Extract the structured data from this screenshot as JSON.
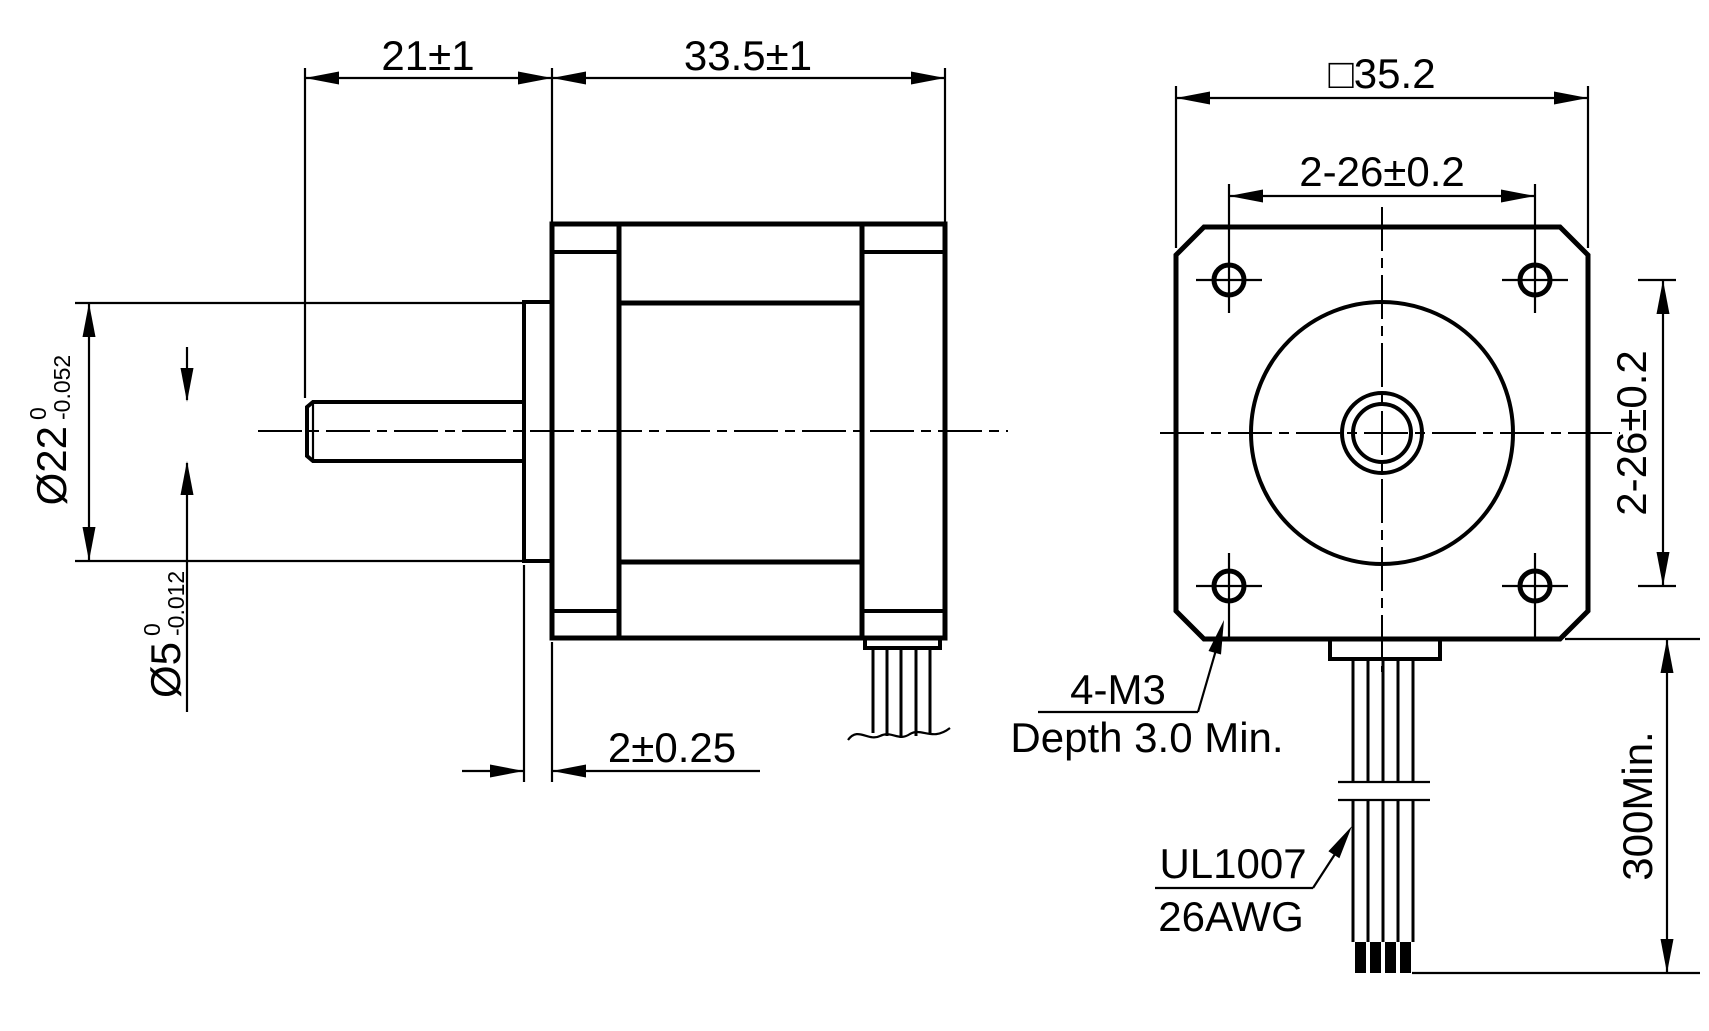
{
  "colors": {
    "background": "#ffffff",
    "line": "#000000"
  },
  "side_view": {
    "shaft_length": "21±1",
    "body_length": "33.5±1",
    "pilot_diameter": "Ø22",
    "pilot_tol_upper": "0",
    "pilot_tol_lower": "-0.052",
    "shaft_diameter": "Ø5",
    "shaft_tol_upper": "0",
    "shaft_tol_lower": "-0.012",
    "pilot_depth": "2±0.25"
  },
  "front_view": {
    "flange_size": "□35.2",
    "hole_spacing_horizontal": "2-26±0.2",
    "hole_spacing_vertical": "2-26±0.2",
    "mounting_note_line1": "4-M3",
    "mounting_note_line2": "Depth 3.0 Min.",
    "lead_wire_note_line1": "UL1007",
    "lead_wire_note_line2": "26AWG",
    "lead_length": "300Min."
  }
}
